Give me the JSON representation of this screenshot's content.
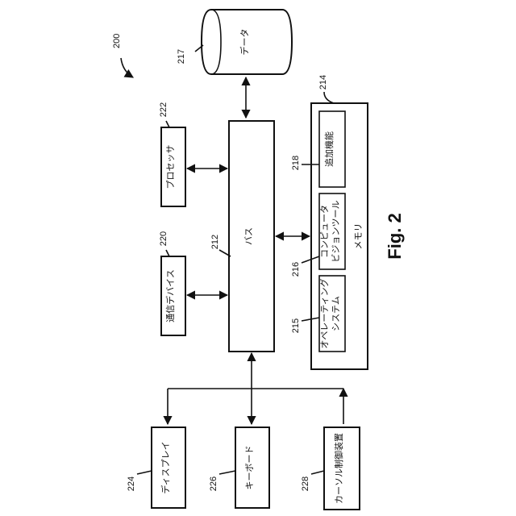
{
  "figure": {
    "number_ref": "200",
    "title": "Fig. 2"
  },
  "nodes": {
    "data": {
      "label": "データ",
      "ref": "217"
    },
    "processor": {
      "label": "プロセッサ",
      "ref": "222"
    },
    "comm": {
      "label": "通信デバイス",
      "ref": "220"
    },
    "bus": {
      "label": "バス",
      "ref": "212"
    },
    "memory": {
      "label": "メモリ",
      "ref": "214"
    },
    "extra": {
      "label": "追加機能",
      "ref": "218"
    },
    "cv_line1": {
      "label": "コンピュータ",
      "ref": "216"
    },
    "cv_line2": {
      "label": "ビジョンツール"
    },
    "os_line1": {
      "label": "オペレーティング",
      "ref": "215"
    },
    "os_line2": {
      "label": "システム"
    },
    "display": {
      "label": "ディスプレイ",
      "ref": "224"
    },
    "keyboard": {
      "label": "キーボード",
      "ref": "226"
    },
    "cursor": {
      "label": "カーソル制御装置",
      "ref": "228"
    }
  }
}
